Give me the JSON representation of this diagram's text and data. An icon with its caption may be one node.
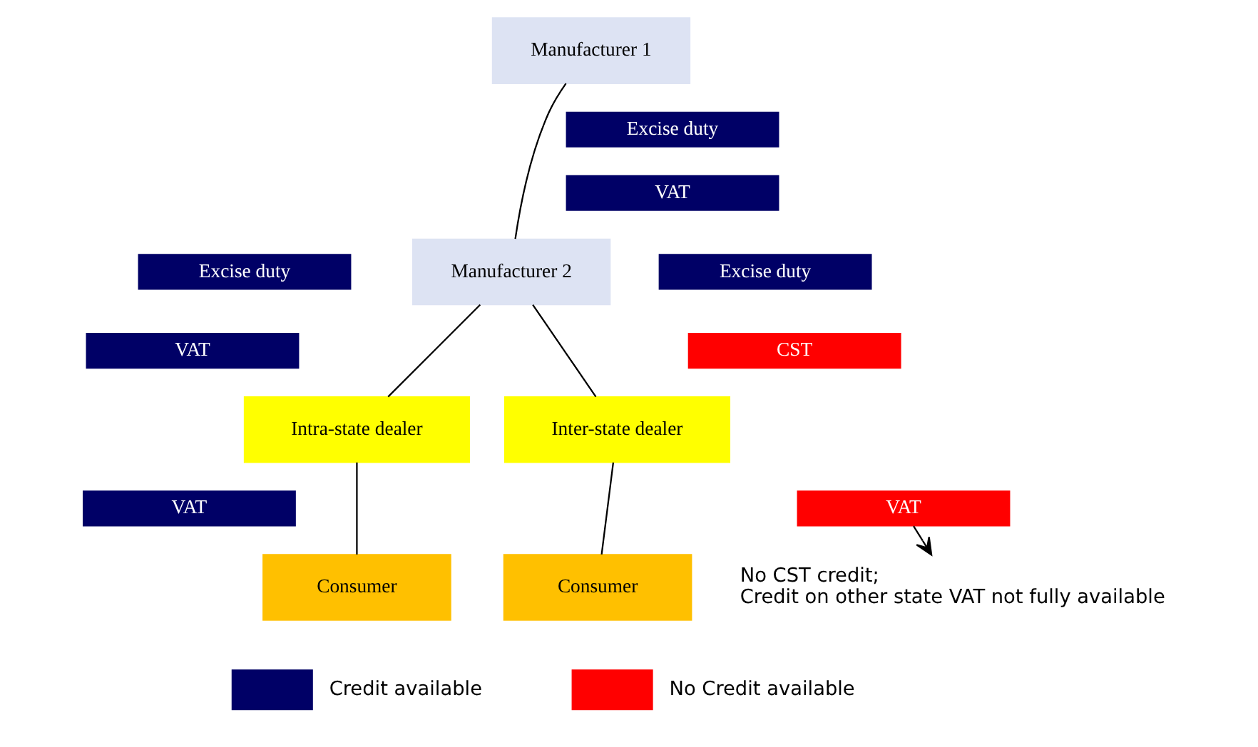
{
  "diagram": {
    "nodes": [
      {
        "text": [
          "Manufacturer 1"
        ]
      },
      {
        "text": [
          "Manufacturer 2"
        ]
      },
      {
        "text": [
          "Intra-state dealer"
        ]
      },
      {
        "text": [
          "Inter-state dealer"
        ]
      },
      {
        "text": [
          "Consumer"
        ]
      },
      {
        "text": [
          "Consumer"
        ]
      },
      {
        "text": [
          "Excise duty"
        ]
      },
      {
        "text": [
          "VAT"
        ]
      },
      {
        "text": [
          "Excise duty"
        ]
      },
      {
        "text": [
          "VAT"
        ]
      },
      {
        "text": [
          "Excise duty"
        ]
      },
      {
        "text": [
          "CST"
        ]
      },
      {
        "text": [
          "VAT"
        ]
      },
      {
        "text": [
          "VAT"
        ]
      },
      {
        "text": [
          "No CST credit;",
          "Credit on other state VAT not fully available"
        ]
      }
    ],
    "edges": [
      {
        "from": 0,
        "to": 1,
        "arrow": "none"
      },
      {
        "from": 1,
        "to": 2,
        "arrow": "none"
      },
      {
        "from": 1,
        "to": 3,
        "arrow": "none"
      },
      {
        "from": 2,
        "to": 4,
        "arrow": "none"
      },
      {
        "from": 3,
        "to": 5,
        "arrow": "none"
      },
      {
        "from": 13,
        "to": 14,
        "arrow": "to"
      }
    ],
    "legend": [
      {
        "text": "Credit available",
        "color": "#000066"
      },
      {
        "text": "No Credit available",
        "color": "#ff0000"
      }
    ]
  }
}
